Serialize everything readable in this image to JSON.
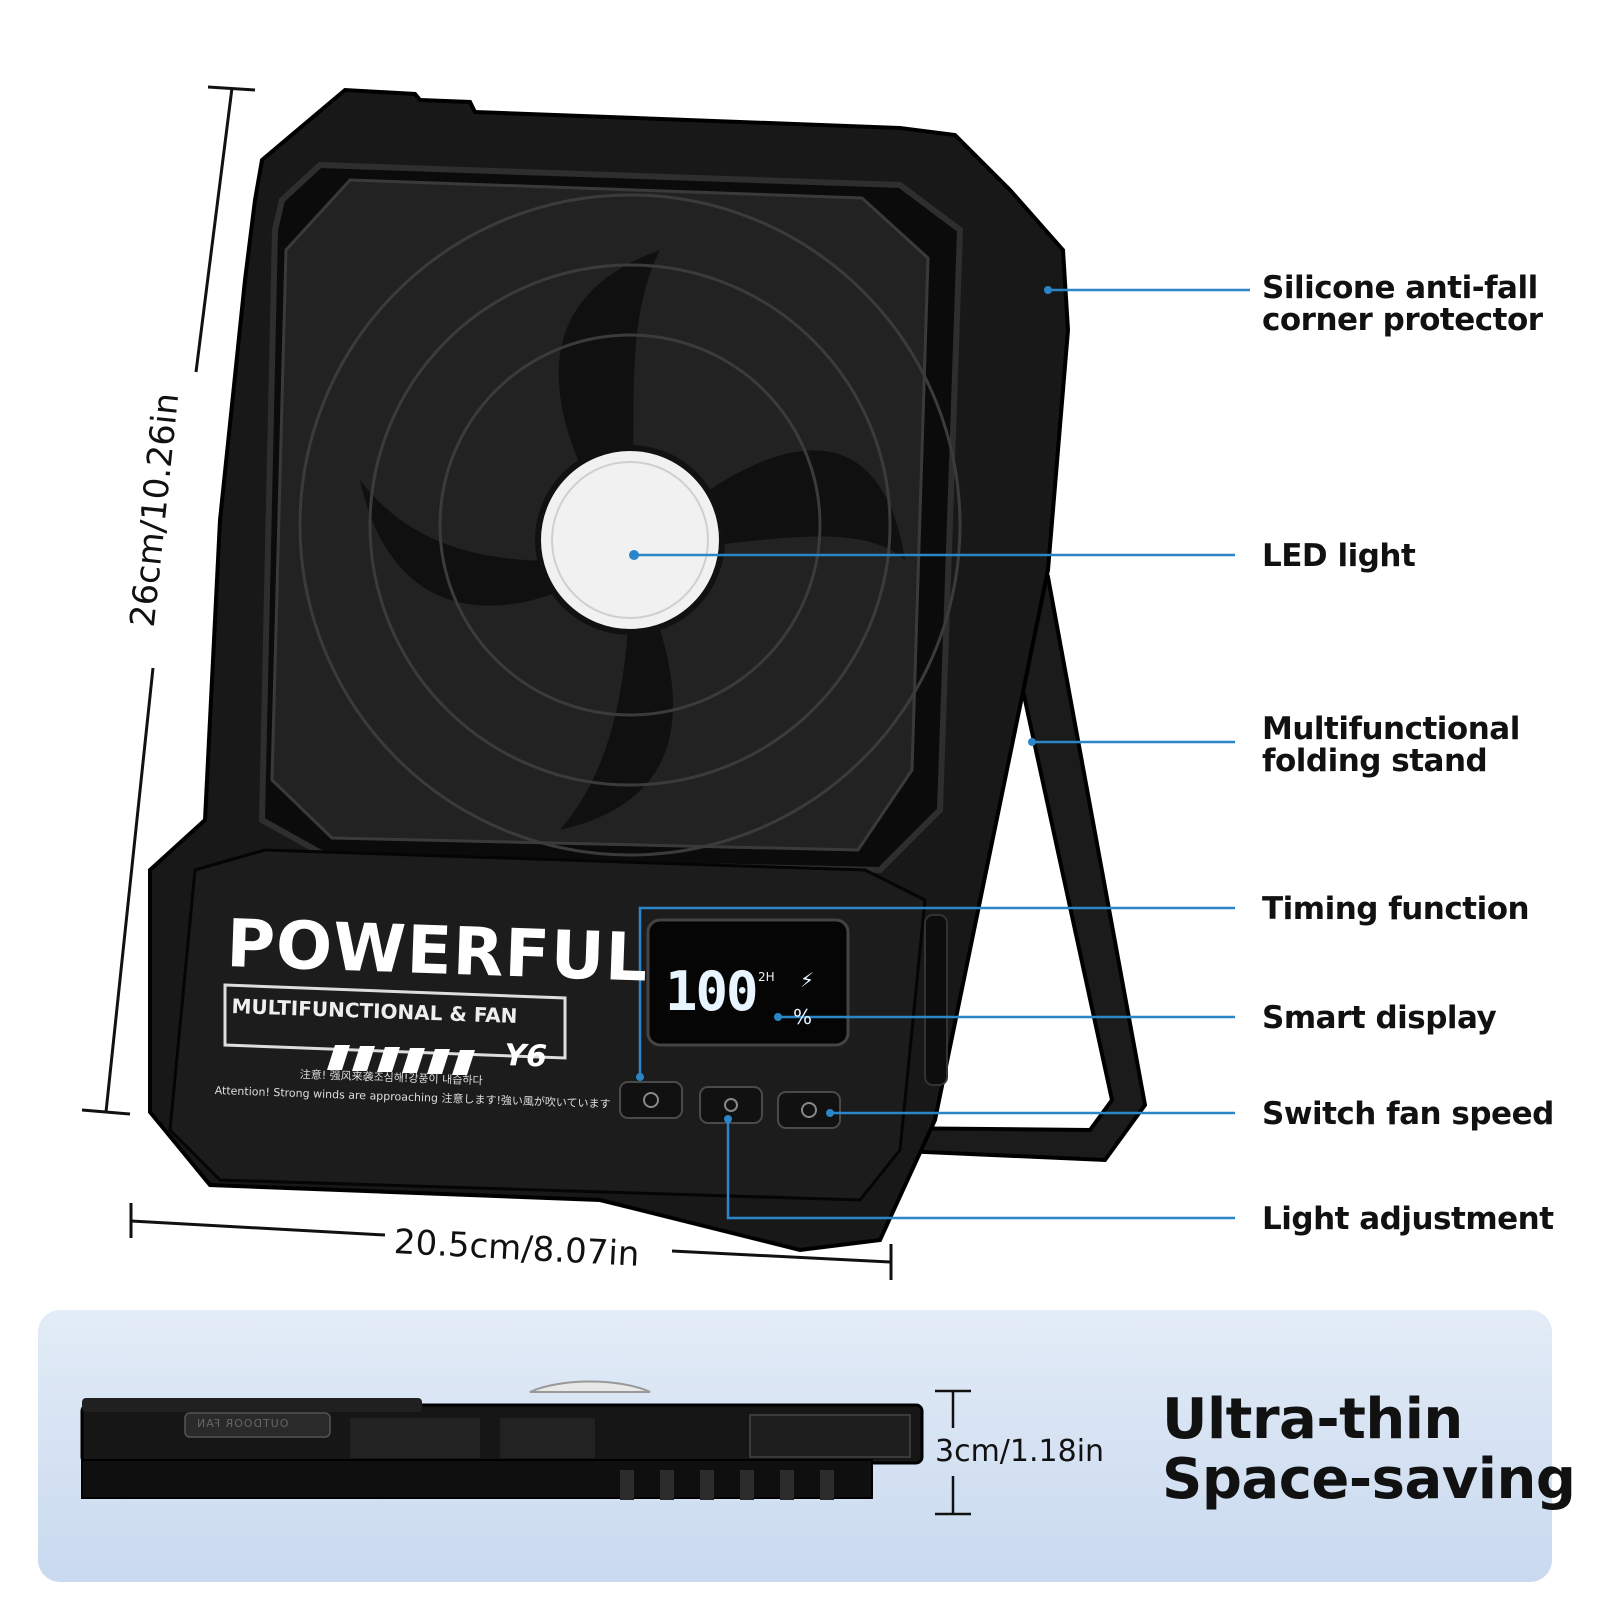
{
  "callouts": {
    "corner_protector": [
      "Silicone anti-fall",
      "corner protector"
    ],
    "led_light": "LED light",
    "folding_stand": [
      "Multifunctional",
      "folding stand"
    ],
    "timing": "Timing function",
    "smart_display": "Smart display",
    "fan_speed": "Switch fan speed",
    "light_adjust": "Light adjustment"
  },
  "dimensions": {
    "height": "26cm/10.26in",
    "width": "20.5cm/8.07in",
    "thickness": "3cm/1.18in"
  },
  "product": {
    "brand_text": "POWERFUL",
    "subtitle": "MULTIFUNCTIONAL & FAN",
    "model": "Y6",
    "warning_line1": "注意! 强风来袭조심해!강풍이 내습하다",
    "warning_line2": "Attention! Strong winds are approaching 注意します!強い風が吹いています",
    "display_value": "100",
    "display_timer": "2H",
    "display_unit": "%",
    "side_engraving": "OUTDOOR FAN"
  },
  "tagline": [
    "Ultra-thin",
    "Space-saving"
  ],
  "colors": {
    "callout_line": "#2a86c8",
    "fan_body": "#151515",
    "panel_bg": "#d4e2f3",
    "display_text": "#e8f4ff"
  }
}
